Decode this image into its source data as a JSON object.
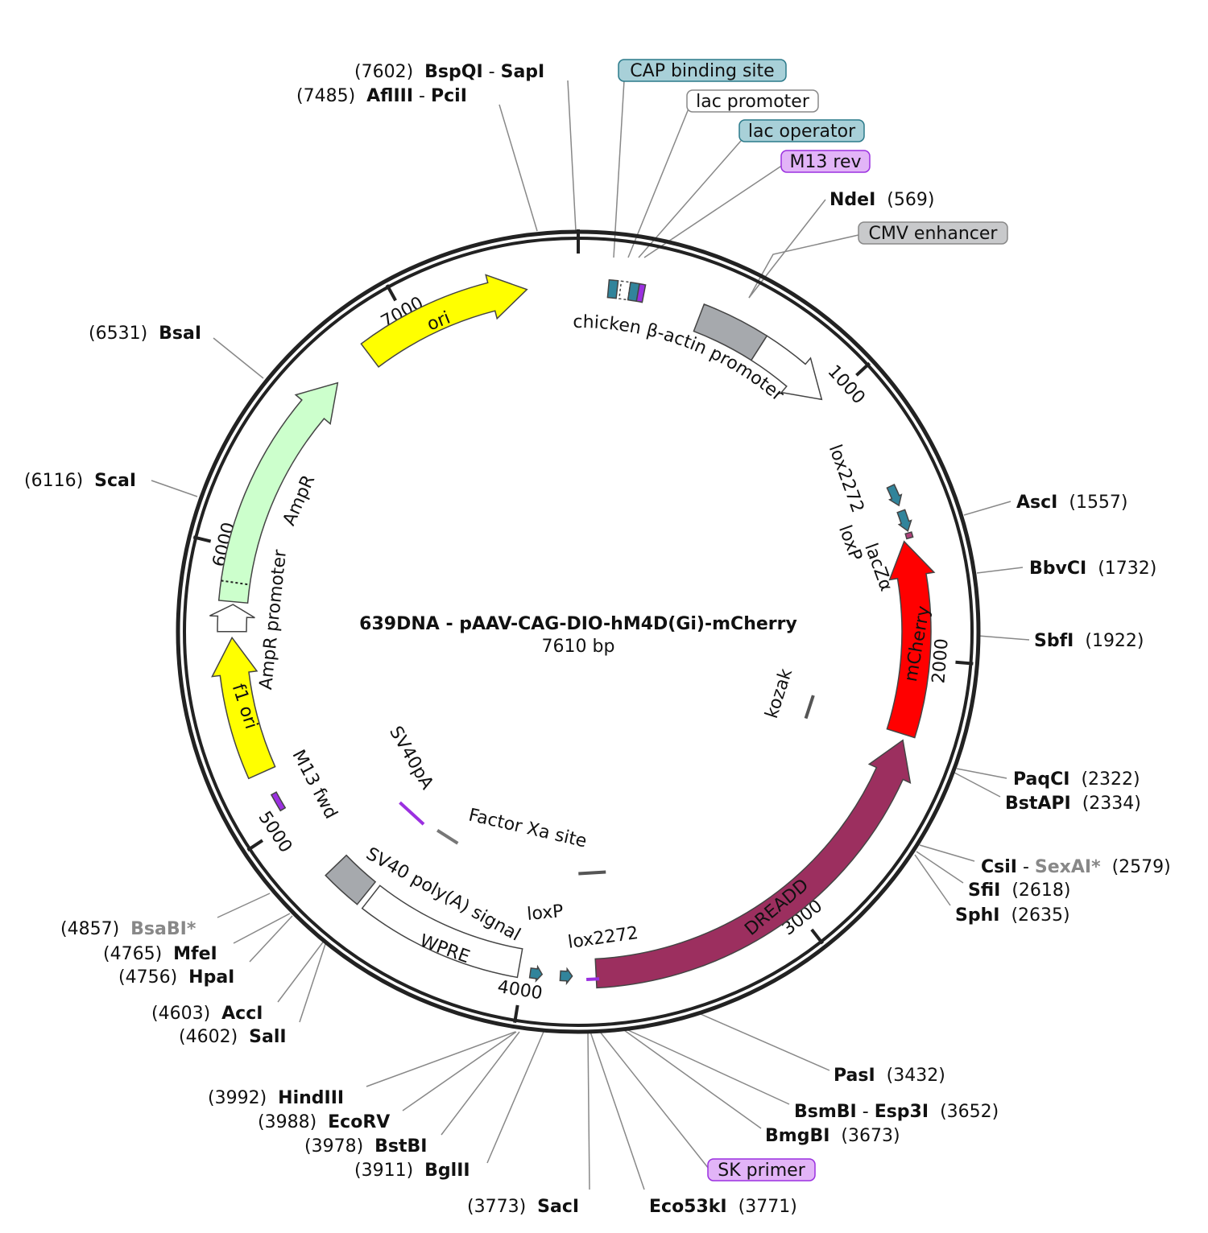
{
  "title": "639DNA - pAAV-CAG-DIO-hM4D(Gi)-mCherry",
  "length_label": "7610 bp",
  "total_bp": 7610,
  "ticks": [
    "1000",
    "2000",
    "3000",
    "4000",
    "5000",
    "6000",
    "7000"
  ],
  "colors": {
    "ring": "#222222",
    "ori": "#ffff00",
    "ampr": "#ccffcc",
    "mcherry": "#ff0000",
    "dreadd": "#9c2f5f",
    "lox": "#31849b",
    "grey": "#a6a9ad",
    "purple": "#9b30e0",
    "pink": "#b0407a"
  },
  "features": [
    {
      "name": "ori",
      "start": 6828,
      "end": 7430,
      "dir": "cw",
      "color": "#ffff00",
      "label": "ori"
    },
    {
      "name": "CMV enhancer",
      "start": 444,
      "end": 687,
      "dir": "none",
      "color": "#a6a9ad",
      "label": ""
    },
    {
      "name": "chicken β-actin promoter",
      "start": 687,
      "end": 979,
      "dir": "cw",
      "color": "#ffffff",
      "label": "chicken β-actin promoter"
    },
    {
      "name": "lox2272",
      "start": 1374,
      "end": 1448,
      "dir": "cw",
      "color": "#31849b",
      "label": "lox2272"
    },
    {
      "name": "loxP",
      "start": 1469,
      "end": 1543,
      "dir": "cw",
      "color": "#31849b",
      "label": "loxP"
    },
    {
      "name": "lacZα",
      "start": 1550,
      "end": 1568,
      "dir": "none",
      "color": "#b0407a",
      "label": "lacZα"
    },
    {
      "name": "mCherry",
      "start": 1575,
      "end": 2272,
      "dir": "ccw",
      "color": "#ff0000",
      "label": "mCherry"
    },
    {
      "name": "DREADD",
      "start": 2293,
      "end": 3742,
      "dir": "ccw",
      "color": "#9c2f5f",
      "label": "DREADD"
    },
    {
      "name": "lox2272",
      "start": 3826,
      "end": 3868,
      "dir": "ccw",
      "color": "#31849b",
      "label": "lox2272"
    },
    {
      "name": "loxP",
      "start": 3932,
      "end": 3974,
      "dir": "ccw",
      "color": "#31849b",
      "label": "loxP"
    },
    {
      "name": "WPRE",
      "start": 4016,
      "end": 4608,
      "dir": "none",
      "color": "#ffffff",
      "label": "WPRE"
    },
    {
      "name": "SV40 poly(A) signal",
      "start": 4630,
      "end": 4778,
      "dir": "none",
      "color": "#a6a9ad",
      "label": "SV40 poly(A) signal"
    },
    {
      "name": "M13 fwd",
      "start": 5052,
      "end": 5116,
      "dir": "none",
      "color": "#9b30e0",
      "label": "M13 fwd"
    },
    {
      "name": "f1 ori",
      "start": 5200,
      "end": 5687,
      "dir": "cw",
      "color": "#ffff00",
      "label": "f1 ori"
    },
    {
      "name": "AmpR promoter",
      "start": 5708,
      "end": 5803,
      "dir": "cw",
      "color": "#ffffff",
      "label": "AmpR promoter"
    },
    {
      "name": "AmpR",
      "start": 5813,
      "end": 6680,
      "dir": "cw",
      "color": "#ccffcc",
      "label": "AmpR"
    },
    {
      "name": "CAP binding site",
      "start": 106,
      "end": 137,
      "dir": "none",
      "color": "#31849b",
      "label": "CAP binding site"
    },
    {
      "name": "lac promoter",
      "start": 148,
      "end": 180,
      "dir": "none",
      "color": "#ffffff",
      "label": "lac promoter"
    },
    {
      "name": "lac operator",
      "start": 180,
      "end": 211,
      "dir": "none",
      "color": "#31849b",
      "label": "lac operator"
    },
    {
      "name": "M13 rev",
      "start": 211,
      "end": 232,
      "dir": "none",
      "color": "#9b30e0",
      "label": "M13 rev"
    }
  ],
  "inner_labels": {
    "sv40pa": "SV40pA",
    "factor_xa": "Factor Xa site",
    "kozak": "kozak"
  },
  "callouts": [
    {
      "label": "CAP binding site",
      "style": "teal"
    },
    {
      "label": "lac promoter",
      "style": "white"
    },
    {
      "label": "lac operator",
      "style": "teal"
    },
    {
      "label": "M13 rev",
      "style": "purple"
    },
    {
      "label": "CMV enhancer",
      "style": "grey"
    },
    {
      "label": "SK primer",
      "style": "purple"
    }
  ],
  "sites": [
    {
      "name": "BspQI",
      "name2": "SapI",
      "pos": "(7602)"
    },
    {
      "name": "AflIII",
      "name2": "PciI",
      "pos": "(7485)"
    },
    {
      "name": "BsaI",
      "pos": "(6531)"
    },
    {
      "name": "ScaI",
      "pos": "(6116)"
    },
    {
      "name": "NdeI",
      "pos": "(569)"
    },
    {
      "name": "AscI",
      "pos": "(1557)"
    },
    {
      "name": "BbvCI",
      "pos": "(1732)"
    },
    {
      "name": "SbfI",
      "pos": "(1922)"
    },
    {
      "name": "PaqCI",
      "pos": "(2322)"
    },
    {
      "name": "BstAPI",
      "pos": "(2334)"
    },
    {
      "name": "CsiI",
      "name2": "SexAI*",
      "pos": "(2579)"
    },
    {
      "name": "SfiI",
      "pos": "(2618)"
    },
    {
      "name": "SphI",
      "pos": "(2635)"
    },
    {
      "name": "PasI",
      "pos": "(3432)"
    },
    {
      "name": "BsmBI",
      "name2": "Esp3I",
      "pos": "(3652)"
    },
    {
      "name": "BmgBI",
      "pos": "(3673)"
    },
    {
      "name": "Eco53kI",
      "pos": "(3771)"
    },
    {
      "name": "SacI",
      "pos": "(3773)"
    },
    {
      "name": "BglII",
      "pos": "(3911)"
    },
    {
      "name": "BstBI",
      "pos": "(3978)"
    },
    {
      "name": "EcoRV",
      "pos": "(3988)"
    },
    {
      "name": "HindIII",
      "pos": "(3992)"
    },
    {
      "name": "SalI",
      "pos": "(4602)"
    },
    {
      "name": "AccI",
      "pos": "(4603)"
    },
    {
      "name": "HpaI",
      "pos": "(4756)"
    },
    {
      "name": "MfeI",
      "pos": "(4765)"
    },
    {
      "name": "BsaBI*",
      "pos": "(4857)"
    }
  ]
}
